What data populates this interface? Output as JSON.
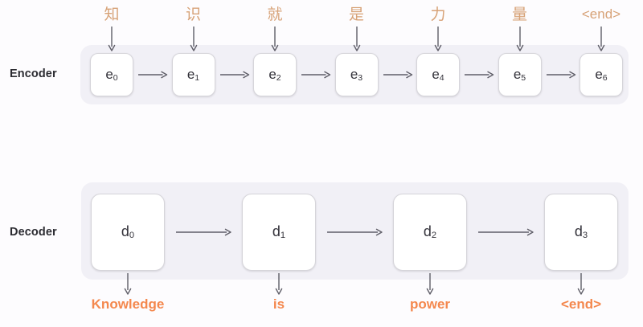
{
  "diagram": {
    "title": "Encoder-Decoder sequence diagram",
    "colors": {
      "background": "#fdfcfe",
      "panel": "#f1f0f6",
      "cell_fill": "#ffffff",
      "cell_border": "#d6d5da",
      "input_token": "#d7a277",
      "output_token": "#f4884e",
      "arrow": "#5f5e68",
      "row_label": "#2b2b31"
    }
  },
  "encoder": {
    "label": "Encoder",
    "inputs": [
      {
        "text": "知"
      },
      {
        "text": "识"
      },
      {
        "text": "就"
      },
      {
        "text": "是"
      },
      {
        "text": "力"
      },
      {
        "text": "量"
      },
      {
        "text": "<end>"
      }
    ],
    "cells": [
      {
        "base": "e",
        "sub": "0"
      },
      {
        "base": "e",
        "sub": "1"
      },
      {
        "base": "e",
        "sub": "2"
      },
      {
        "base": "e",
        "sub": "3"
      },
      {
        "base": "e",
        "sub": "4"
      },
      {
        "base": "e",
        "sub": "5"
      },
      {
        "base": "e",
        "sub": "6"
      }
    ]
  },
  "decoder": {
    "label": "Decoder",
    "cells": [
      {
        "base": "d",
        "sub": "0"
      },
      {
        "base": "d",
        "sub": "1"
      },
      {
        "base": "d",
        "sub": "2"
      },
      {
        "base": "d",
        "sub": "3"
      }
    ],
    "outputs": [
      {
        "text": "Knowledge"
      },
      {
        "text": "is"
      },
      {
        "text": "power"
      },
      {
        "text": "<end>"
      }
    ]
  }
}
